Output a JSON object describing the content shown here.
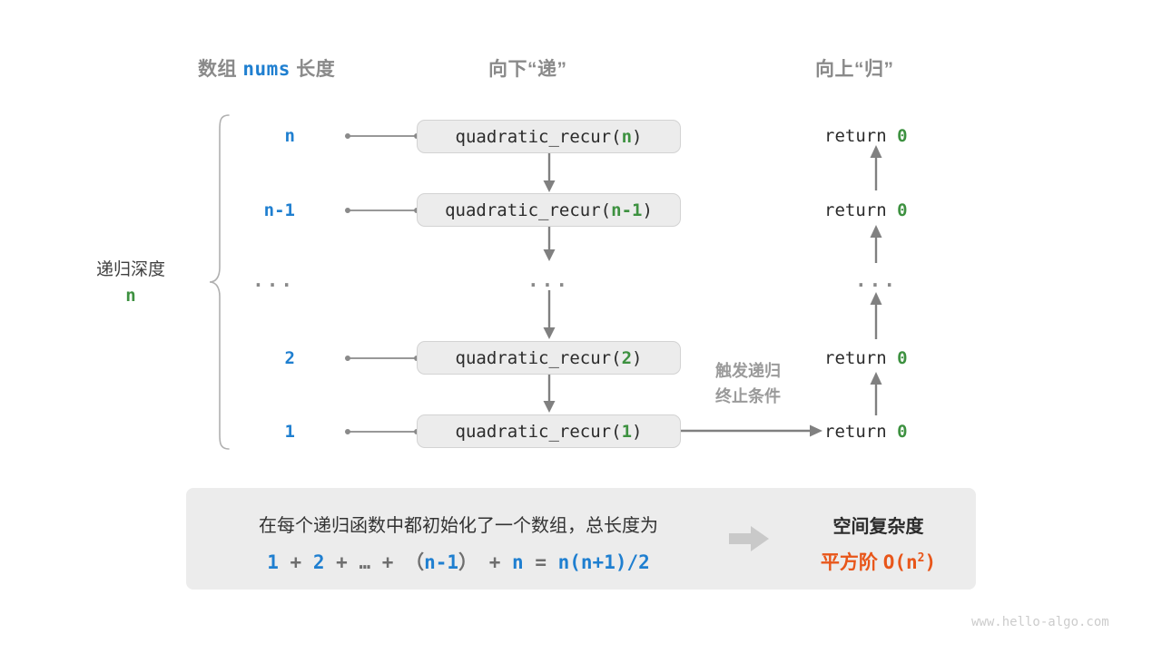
{
  "headers": {
    "array_length_prefix": "数组 ",
    "array_length_var": "nums",
    "array_length_suffix": " 长度",
    "down": "向下“递”",
    "up": "向上“归”"
  },
  "depth": {
    "label": "递归深度",
    "value": "n"
  },
  "rows": [
    {
      "size": "n",
      "call_prefix": "quadratic_recur(",
      "call_arg": "n",
      "call_suffix": ")",
      "return_text": "return ",
      "return_value": "0"
    },
    {
      "size": "n-1",
      "call_prefix": "quadratic_recur(",
      "call_arg": "n-1",
      "call_suffix": ")",
      "return_text": "return ",
      "return_value": "0"
    },
    {
      "size": "...",
      "call_prefix": "...",
      "call_arg": "",
      "call_suffix": "",
      "return_text": "...",
      "return_value": ""
    },
    {
      "size": "2",
      "call_prefix": "quadratic_recur(",
      "call_arg": "2",
      "call_suffix": ")",
      "return_text": "return ",
      "return_value": "0"
    },
    {
      "size": "1",
      "call_prefix": "quadratic_recur(",
      "call_arg": "1",
      "call_suffix": ")",
      "return_text": "return ",
      "return_value": "0"
    }
  ],
  "note": {
    "line1": "触发递归",
    "line2": "终止条件"
  },
  "summary": {
    "description": "在每个递归函数中都初始化了一个数组，总长度为",
    "formula": {
      "t1": "1",
      "op1": "+",
      "t2": "2",
      "op2": "+",
      "t3": "…",
      "op3": "+",
      "paren_open": "（",
      "t4": "n-1",
      "paren_close": "）",
      "op4": "+",
      "t5": "n",
      "eq": "=",
      "t6": "n(n+1)/2"
    },
    "complexity_title": "空间复杂度",
    "complexity_label": "平方阶 ",
    "complexity_notation_base": "O(n",
    "complexity_notation_exp": "2",
    "complexity_notation_close": ")"
  },
  "watermark": "www.hello-algo.com",
  "colors": {
    "blue": "#1f7fd0",
    "green": "#3d9140",
    "orange": "#e8561a",
    "gray_text": "#8a8a8a",
    "box_fill": "#ececec",
    "box_border": "#d3d3d3",
    "arrow": "#808080"
  }
}
